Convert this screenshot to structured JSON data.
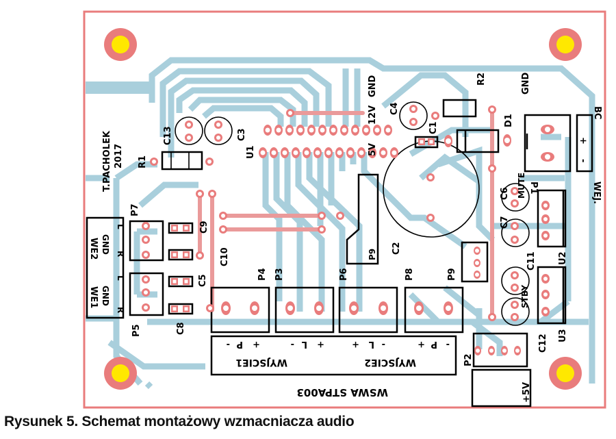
{
  "figure": {
    "caption": "Rysunek 5. Schemat montażowy wzmacniacza audio",
    "colors": {
      "board_edge": "#e97c7c",
      "trace": "#a9cfdc",
      "pad": "#e97c7c",
      "jumper": "#ea9a9a",
      "mount_hole_center": "#ffe800",
      "silkscreen": "#000000"
    }
  },
  "board": {
    "author": "T.PACHOLEK",
    "year": "2017",
    "title_mirrored": "WSWA STPA003",
    "components": {
      "C13": "C13",
      "C3": "C3",
      "R1": "R1",
      "U1": "U1",
      "C4": "C4",
      "C1": "C1",
      "R2": "R2",
      "D1": "D1",
      "C2": "C2",
      "C6": "C6",
      "C7": "C7",
      "C11": "C11",
      "C12": "C12",
      "U2": "U2",
      "U3": "U3",
      "P1": "P1",
      "P2": "P2",
      "P3": "P3",
      "P4": "P4",
      "P5": "P5",
      "P6": "P6",
      "P7": "P7",
      "P8": "P8",
      "P9": "P9",
      "C5": "C5",
      "C8": "C8",
      "C9": "C9",
      "C10": "C10"
    },
    "net_labels": {
      "gnd_top": "GND",
      "v12": "12V",
      "v5": "5V",
      "gnd_right": "GND",
      "bc": "BC",
      "wej": "WEJ.",
      "mute": "MUTE",
      "stby": "STBY",
      "plus5v": "+5V",
      "p9_label": "P9"
    },
    "inputs": {
      "we1": {
        "name": "WE1",
        "pins": [
          "R",
          "GND",
          "L"
        ]
      },
      "we2": {
        "name": "WE2",
        "pins": [
          "R",
          "GND",
          "L"
        ]
      }
    },
    "outputs": {
      "wyjscie1": {
        "name": "WYJSCIE1",
        "pins": [
          "-",
          "P",
          "+",
          "-",
          "L",
          "+"
        ]
      },
      "wyjscie2": {
        "name": "WYJSCIE2",
        "pins": [
          "+",
          "L",
          "-",
          "+",
          "P",
          "-"
        ]
      }
    },
    "polarity": {
      "plus": "+",
      "minus": "-"
    },
    "pin_marks": {
      "l_mark": "L"
    }
  }
}
